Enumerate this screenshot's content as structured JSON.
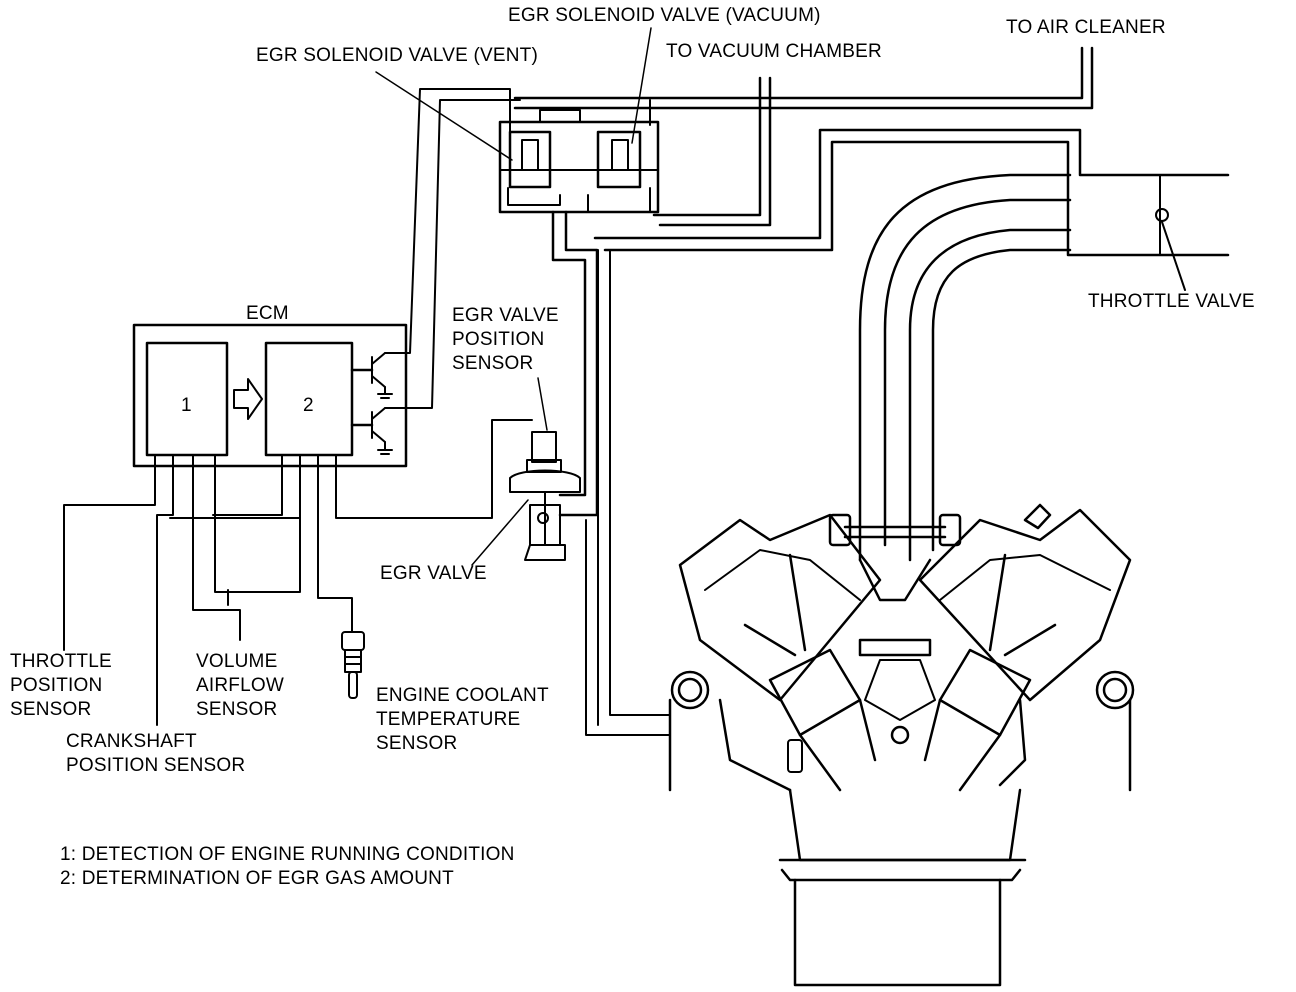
{
  "labels": {
    "egr_solenoid_vacuum": "EGR SOLENOID VALVE (VACUUM)",
    "egr_solenoid_vent": "EGR SOLENOID VALVE (VENT)",
    "to_vacuum_chamber": "TO VACUUM CHAMBER",
    "to_air_cleaner": "TO AIR CLEANER",
    "throttle_valve": "THROTTLE VALVE",
    "ecm": "ECM",
    "block_1": "1",
    "block_2": "2",
    "egr_valve_position_sensor": "EGR VALVE\nPOSITION\nSENSOR",
    "egr_valve": "EGR VALVE",
    "throttle_position_sensor": "THROTTLE\nPOSITION\nSENSOR",
    "volume_airflow_sensor": "VOLUME\nAIRFLOW\nSENSOR",
    "crankshaft_position_sensor": "CRANKSHAFT\nPOSITION SENSOR",
    "engine_coolant_temperature_sensor": "ENGINE COOLANT\nTEMPERATURE\nSENSOR"
  },
  "legend": {
    "line1": "1:  DETECTION OF ENGINE RUNNING CONDITION",
    "line2": "2:  DETERMINATION OF EGR GAS AMOUNT"
  },
  "colors": {
    "ink": "#000000",
    "paper": "#ffffff"
  }
}
